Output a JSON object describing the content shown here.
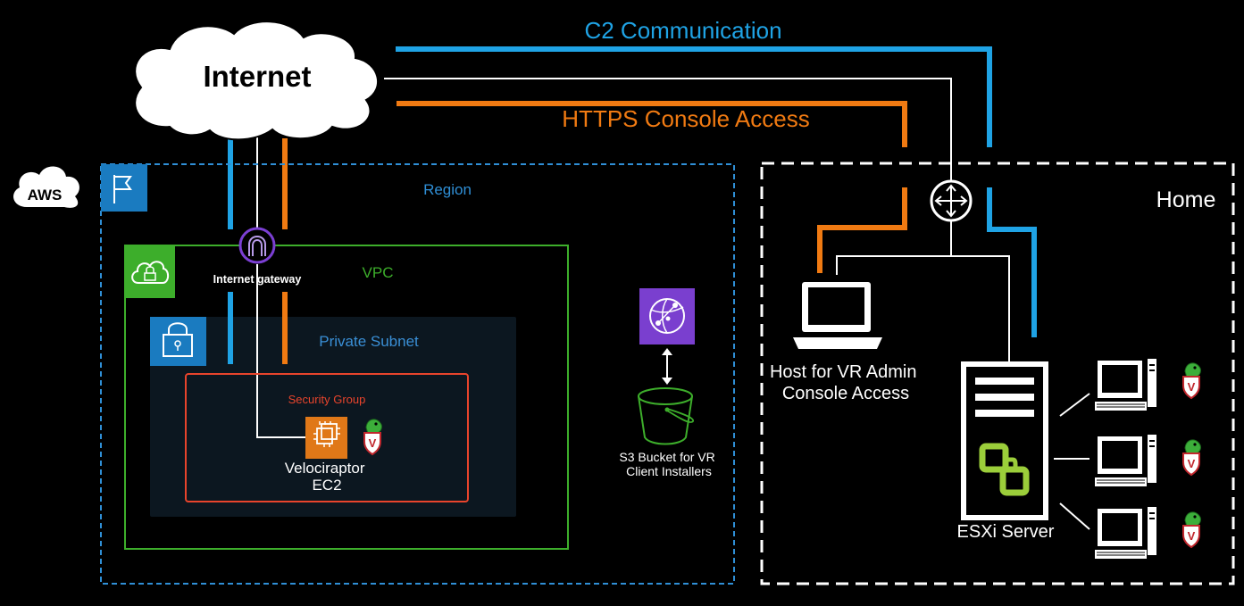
{
  "labels": {
    "c2": "C2 Communication",
    "https": "HTTPS Console Access",
    "internet": "Internet",
    "aws": "AWS",
    "region": "Region",
    "vpc": "VPC",
    "internet_gateway": "Internet gateway",
    "private_subnet": "Private Subnet",
    "security_group": "Security Group",
    "ec2_line1": "Velociraptor",
    "ec2_line2": "EC2",
    "s3_line1": "S3 Bucket for VR",
    "s3_line2": "Client Installers",
    "home": "Home",
    "host_line1": "Host for VR Admin",
    "host_line2": "Console Access",
    "esxi": "ESXi Server"
  },
  "colors": {
    "c2": "#1fa3e5",
    "https": "#f07a12",
    "link": "#ffffff",
    "region": "#2f8fd6",
    "vpc": "#3dae2b",
    "subnet_fill": "#0c1720",
    "security_group": "#e8442c",
    "ec2": "#e07818",
    "gateway": "#7b3fd3",
    "cloudfront": "#7a3fcf",
    "s3": "#3dae2b",
    "vmware": "#9bce3a"
  },
  "icons": {
    "cloud": "cloud-icon",
    "aws": "aws-logo-icon",
    "region": "region-flag-icon",
    "vpc": "vpc-cloud-lock-icon",
    "subnet": "padlock-icon",
    "gateway": "internet-gateway-icon",
    "ec2": "ec2-chip-icon",
    "velociraptor": "velociraptor-mascot-icon",
    "cloudfront": "cloudfront-icon",
    "s3": "s3-bucket-icon",
    "router": "router-icon",
    "laptop": "laptop-icon",
    "server": "server-rack-icon",
    "vmware": "vmware-logo-icon",
    "client": "desktop-computer-icon"
  }
}
